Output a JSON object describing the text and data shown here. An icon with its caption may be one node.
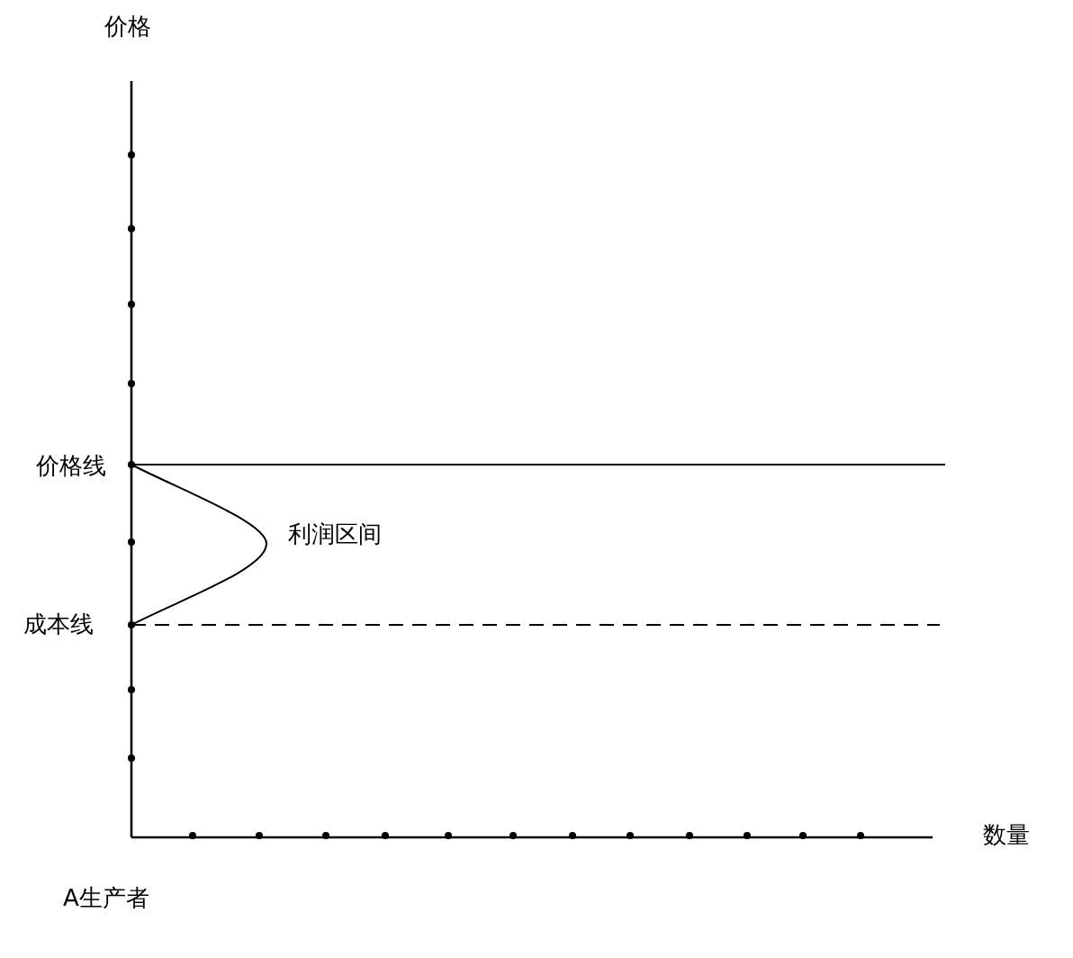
{
  "diagram": {
    "labels": [
      "价格",
      "价格线",
      "利润区间",
      "成本线",
      "数量",
      "A生产者"
    ]
  }
}
